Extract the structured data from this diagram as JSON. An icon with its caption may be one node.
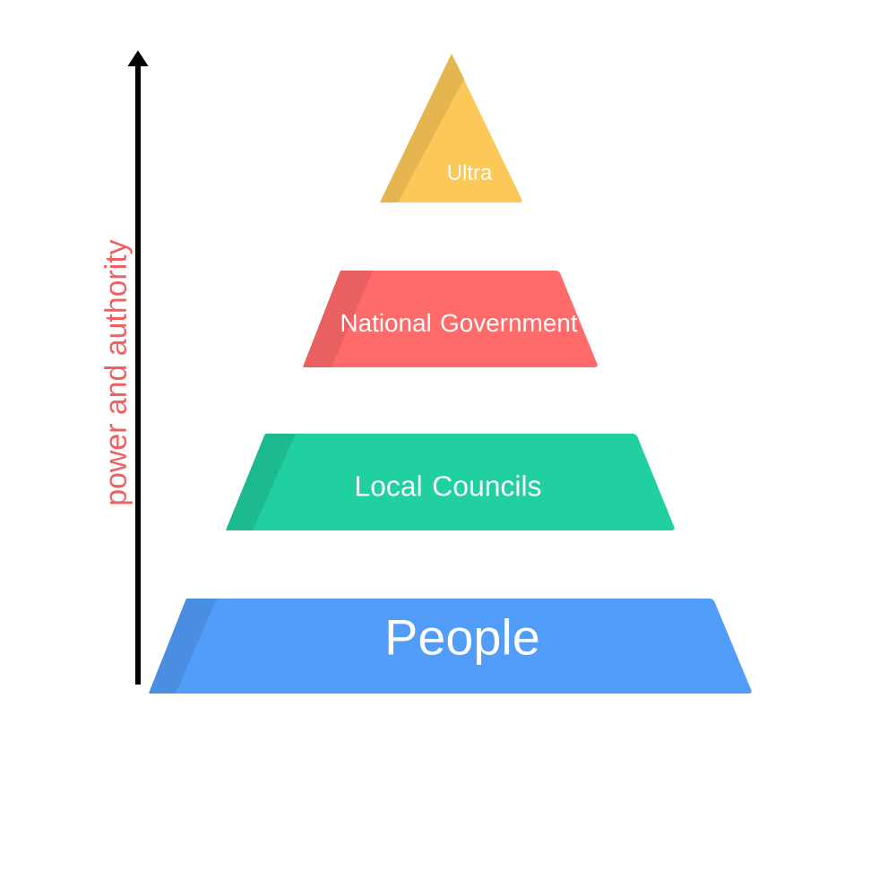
{
  "diagram": {
    "nodes": [
      {
        "text": [
          "Ultra"
        ]
      },
      {
        "text": [
          "National Government"
        ]
      },
      {
        "text": [
          "Local Councils"
        ]
      },
      {
        "text": [
          "People"
        ]
      }
    ],
    "labels": [
      "power and authority"
    ]
  }
}
